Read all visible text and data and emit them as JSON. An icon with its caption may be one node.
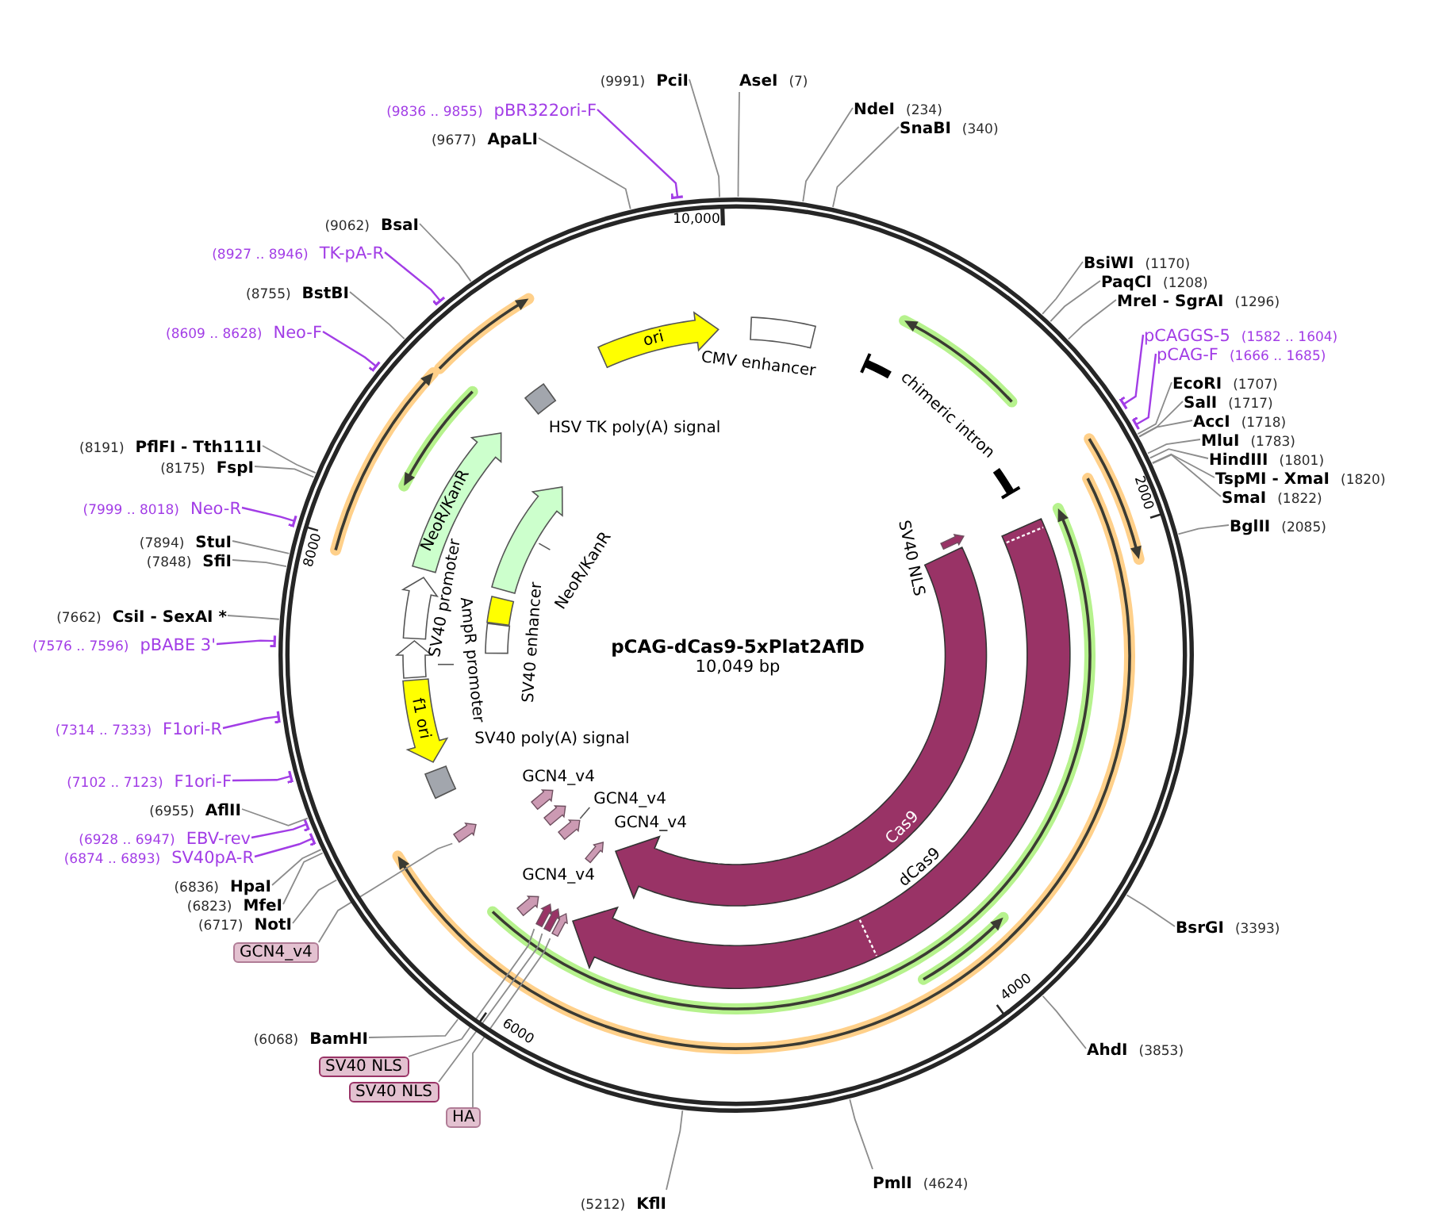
{
  "diagram": {
    "title": "pCAG-dCas9-5xPlat2AflD",
    "nodes": [
      {
        "text": [
          "AseI",
          "(7)"
        ]
      },
      {
        "text": [
          "NdeI",
          "(234)"
        ]
      },
      {
        "text": [
          "SnaBI",
          "(340)"
        ]
      },
      {
        "text": [
          "BsiWI",
          "(1170)"
        ]
      },
      {
        "text": [
          "PaqCI",
          "(1208)"
        ]
      },
      {
        "text": [
          "MreI - SgrAI",
          "(1296)"
        ]
      },
      {
        "text": [
          "pCAGGS-5",
          "(1582 .. 1604)"
        ]
      },
      {
        "text": [
          "pCAG-F",
          "(1666 .. 1685)"
        ]
      },
      {
        "text": [
          "EcoRI",
          "(1707)"
        ]
      },
      {
        "text": [
          "SalI",
          "(1717)"
        ]
      },
      {
        "text": [
          "AccI",
          "(1718)"
        ]
      },
      {
        "text": [
          "MluI",
          "(1783)"
        ]
      },
      {
        "text": [
          "HindIII",
          "(1801)"
        ]
      },
      {
        "text": [
          "TspMI - XmaI",
          "(1820)"
        ]
      },
      {
        "text": [
          "SmaI",
          "(1822)"
        ]
      },
      {
        "text": [
          "BglII",
          "(2085)"
        ]
      },
      {
        "text": [
          "BsrGI",
          "(3393)"
        ]
      },
      {
        "text": [
          "AhdI",
          "(3853)"
        ]
      },
      {
        "text": [
          "PmlI",
          "(4624)"
        ]
      },
      {
        "text": [
          "(5212)",
          "KflI"
        ]
      },
      {
        "text": [
          "(6068)",
          "BamHI"
        ]
      },
      {
        "text": [
          "(6717)",
          "NotI"
        ]
      },
      {
        "text": [
          "(6823)",
          "MfeI"
        ]
      },
      {
        "text": [
          "(6836)",
          "HpaI"
        ]
      },
      {
        "text": [
          "(6874 .. 6893)",
          "SV40pA-R"
        ]
      },
      {
        "text": [
          "(6928 .. 6947)",
          "EBV-rev"
        ]
      },
      {
        "text": [
          "(6955)",
          "AflII"
        ]
      },
      {
        "text": [
          "(7102 .. 7123)",
          "F1ori-F"
        ]
      },
      {
        "text": [
          "(7314 .. 7333)",
          "F1ori-R"
        ]
      },
      {
        "text": [
          "(7576 .. 7596)",
          "pBABE 3'"
        ]
      },
      {
        "text": [
          "(7662)",
          "CsiI - SexAI *"
        ]
      },
      {
        "text": [
          "(7848)",
          "SfiI"
        ]
      },
      {
        "text": [
          "(7894)",
          "StuI"
        ]
      },
      {
        "text": [
          "(7999 .. 8018)",
          "Neo-R"
        ]
      },
      {
        "text": [
          "(8175)",
          "FspI"
        ]
      },
      {
        "text": [
          "(8191)",
          "PflFI - Tth111I"
        ]
      },
      {
        "text": [
          "(8609 .. 8628)",
          "Neo-F"
        ]
      },
      {
        "text": [
          "(8755)",
          "BstBI"
        ]
      },
      {
        "text": [
          "(8927 .. 8946)",
          "TK-pA-R"
        ]
      },
      {
        "text": [
          "(9062)",
          "BsaI"
        ]
      },
      {
        "text": [
          "(9677)",
          "ApaLI"
        ]
      },
      {
        "text": [
          "(9836 .. 9855)",
          "pBR322ori-F"
        ]
      },
      {
        "text": [
          "(9991)",
          "PciI"
        ]
      },
      {
        "text": [
          "GCN4_v4"
        ]
      },
      {
        "text": [
          "SV40 NLS"
        ]
      },
      {
        "text": [
          "SV40 NLS"
        ]
      },
      {
        "text": [
          "HA"
        ]
      },
      {
        "text": [],
        "shape": "circle"
      },
      {
        "text": [
          "ori"
        ],
        "in": 47
      },
      {
        "text": [],
        "shape": "box",
        "beside": [
          "CMV enhancer"
        ],
        "in": 47
      },
      {
        "text": [
          "chimeric intron"
        ],
        "in": 47
      },
      {
        "text": [],
        "shape": "arrow",
        "in": 47
      },
      {
        "text": [
          "Cas9"
        ],
        "in": 47
      },
      {
        "text": [],
        "shape": "arrow",
        "beside": [
          "dCas9"
        ],
        "in": 47
      },
      {
        "text": [],
        "shape": "arrow",
        "in": 47
      },
      {
        "text": [],
        "shape": "arrow",
        "beside": [
          "GCN4_v4"
        ],
        "in": 47
      },
      {
        "text": [],
        "shape": "arrow",
        "in": 47
      },
      {
        "text": [],
        "shape": "arrow",
        "beside": [
          "GCN4_v4"
        ],
        "in": 47
      },
      {
        "text": [],
        "shape": "arrow",
        "in": 47
      },
      {
        "text": [],
        "shape": "arrow",
        "in": 47
      },
      {
        "text": [],
        "shape": "arrow",
        "in": 47
      },
      {
        "text": [],
        "shape": "arrow",
        "in": 47
      },
      {
        "text": [],
        "shape": "arrow",
        "in": 47
      },
      {
        "text": [],
        "shape": "box",
        "in": 47
      },
      {
        "text": [
          "f1 ori"
        ],
        "in": 47
      },
      {
        "text": [],
        "shape": "arrow",
        "beside": [
          "AmpR promoter"
        ],
        "in": 47
      },
      {
        "text": [],
        "shape": "arrow",
        "beside": [
          "SV40 promoter"
        ],
        "in": 47
      },
      {
        "text": [],
        "shape": "box",
        "in": 47
      },
      {
        "text": [],
        "shape": "box",
        "in": 47
      },
      {
        "text": [],
        "shape": "arrow",
        "beside": [
          "NeoR/KanR"
        ],
        "in": 47
      },
      {
        "text": [
          "NeoR/KanR"
        ],
        "in": 47
      },
      {
        "text": [],
        "shape": "box",
        "beside": [
          "HSV TK poly(A) signal"
        ],
        "in": 47
      }
    ],
    "edges": [
      {
        "from": 0,
        "to": 47,
        "arrow": "none"
      },
      {
        "from": 1,
        "to": 47,
        "arrow": "none"
      },
      {
        "from": 2,
        "to": 47,
        "arrow": "none"
      },
      {
        "from": 3,
        "to": 47,
        "arrow": "none"
      },
      {
        "from": 4,
        "to": 47,
        "arrow": "none"
      },
      {
        "from": 5,
        "to": 47,
        "arrow": "none"
      },
      {
        "from": 6,
        "to": 47,
        "arrow": "other",
        "color": "#a23de6"
      },
      {
        "from": 7,
        "to": 47,
        "arrow": "other",
        "color": "#a23de6"
      },
      {
        "from": 8,
        "to": 47,
        "arrow": "none"
      },
      {
        "from": 9,
        "to": 47,
        "arrow": "none"
      },
      {
        "from": 10,
        "to": 47,
        "arrow": "none"
      },
      {
        "from": 11,
        "to": 47,
        "arrow": "none"
      },
      {
        "from": 12,
        "to": 47,
        "arrow": "none"
      },
      {
        "from": 13,
        "to": 47,
        "arrow": "none"
      },
      {
        "from": 14,
        "to": 47,
        "arrow": "none"
      },
      {
        "from": 15,
        "to": 47,
        "arrow": "none"
      },
      {
        "from": 16,
        "to": 47,
        "arrow": "none"
      },
      {
        "from": 17,
        "to": 47,
        "arrow": "none"
      },
      {
        "from": 18,
        "to": 47,
        "arrow": "none"
      },
      {
        "from": 19,
        "to": 47,
        "arrow": "none"
      },
      {
        "from": 20,
        "to": 47,
        "arrow": "none"
      },
      {
        "from": 21,
        "to": 47,
        "arrow": "none"
      },
      {
        "from": 22,
        "to": 47,
        "arrow": "none"
      },
      {
        "from": 23,
        "to": 47,
        "arrow": "none"
      },
      {
        "from": 24,
        "to": 47,
        "arrow": "other",
        "color": "#a23de6"
      },
      {
        "from": 25,
        "to": 47,
        "arrow": "other",
        "color": "#a23de6"
      },
      {
        "from": 26,
        "to": 47,
        "arrow": "none"
      },
      {
        "from": 27,
        "to": 47,
        "arrow": "other",
        "color": "#a23de6"
      },
      {
        "from": 28,
        "to": 47,
        "arrow": "other",
        "color": "#a23de6"
      },
      {
        "from": 29,
        "to": 47,
        "arrow": "other",
        "color": "#a23de6"
      },
      {
        "from": 30,
        "to": 47,
        "arrow": "none"
      },
      {
        "from": 31,
        "to": 47,
        "arrow": "none"
      },
      {
        "from": 32,
        "to": 47,
        "arrow": "none"
      },
      {
        "from": 33,
        "to": 47,
        "arrow": "other",
        "color": "#a23de6"
      },
      {
        "from": 34,
        "to": 47,
        "arrow": "none"
      },
      {
        "from": 35,
        "to": 47,
        "arrow": "none"
      },
      {
        "from": 36,
        "to": 47,
        "arrow": "other",
        "color": "#a23de6"
      },
      {
        "from": 37,
        "to": 47,
        "arrow": "none"
      },
      {
        "from": 38,
        "to": 47,
        "arrow": "other",
        "color": "#a23de6"
      },
      {
        "from": 39,
        "to": 47,
        "arrow": "none"
      },
      {
        "from": 40,
        "to": 47,
        "arrow": "none"
      },
      {
        "from": 41,
        "to": 47,
        "arrow": "other",
        "color": "#a23de6"
      },
      {
        "from": 42,
        "to": 47,
        "arrow": "none"
      },
      {
        "from": 43,
        "to": 62,
        "arrow": "none"
      },
      {
        "from": 44,
        "to": 60,
        "arrow": "none"
      },
      {
        "from": 45,
        "to": 59,
        "arrow": "none"
      },
      {
        "from": 46,
        "to": 58,
        "arrow": "none"
      }
    ],
    "labels": [
      "10,000",
      "2000",
      "8000",
      "SV40 NLS",
      "SV40 enhancer",
      "10,049 bp",
      "SV40 poly(A) signal",
      "GCN4_v4",
      "GCN4_v4",
      "4000",
      "6000"
    ]
  }
}
